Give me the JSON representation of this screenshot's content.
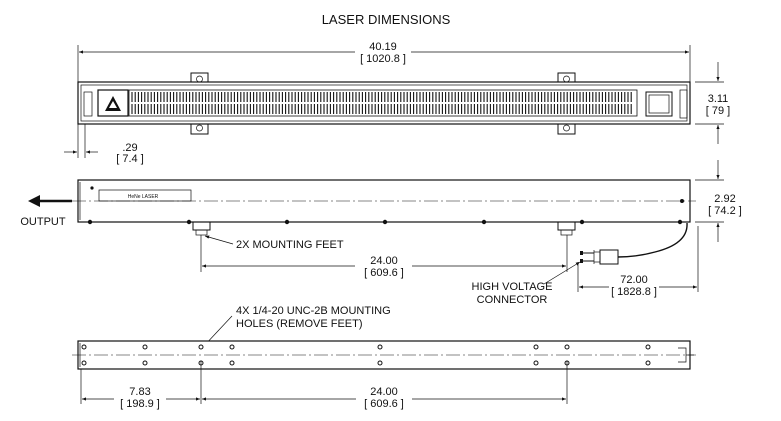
{
  "title": "LASER DIMENSIONS",
  "top_view": {
    "overall_length_in": "40.19",
    "overall_length_mm": "[ 1020.8 ]",
    "height_in": "3.11",
    "height_mm": "[ 79 ]",
    "offset_in": ".29",
    "offset_mm": "[ 7.4 ]"
  },
  "side_view": {
    "badge": "HeNe LASER",
    "output_label": "OUTPUT",
    "height_in": "2.92",
    "height_mm": "[ 74.2 ]",
    "feet_label": "2X MOUNTING FEET",
    "feet_spacing_in": "24.00",
    "feet_spacing_mm": "[ 609.6 ]",
    "hv_label_line1": "HIGH VOLTAGE",
    "hv_label_line2": "CONNECTOR",
    "cable_in": "72.00",
    "cable_mm": "[ 1828.8 ]"
  },
  "bottom_view": {
    "holes_line1": "4X 1/4-20 UNC-2B MOUNTING",
    "holes_line2": "HOLES (REMOVE FEET)",
    "offset_in": "7.83",
    "offset_mm": "[ 198.9 ]",
    "spacing_in": "24.00",
    "spacing_mm": "[ 609.6 ]"
  }
}
